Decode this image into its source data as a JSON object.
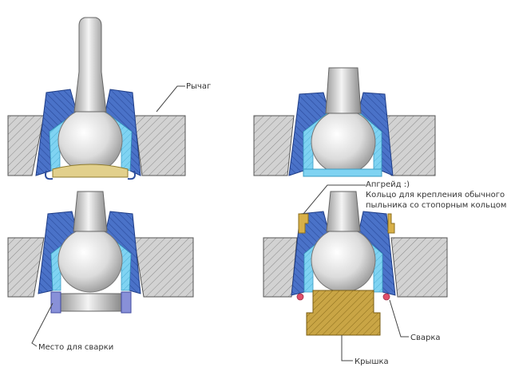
{
  "labels": {
    "lever": "Рычаг",
    "weld_spot": "Место для сварки",
    "upgrade_title": "Апгрейд :)",
    "ring_line1": "Кольцо для крепления обычного",
    "ring_line2": "пыльника со стопорным кольцом",
    "welding": "Сварка",
    "cover": "Крышка"
  },
  "colors": {
    "lever_body": "#cfcfcf",
    "housing_blue": "#4a72c8",
    "liner_cyan": "#7fd3f2",
    "ball_gray": "#d8d8d8",
    "plate_tan": "#e2d08c",
    "cover_tan": "#c9a545",
    "weld_red": "#e0506a",
    "ring_blue": "#8890d8",
    "ring_tan": "#d8b048",
    "leader_line": "#444444"
  }
}
